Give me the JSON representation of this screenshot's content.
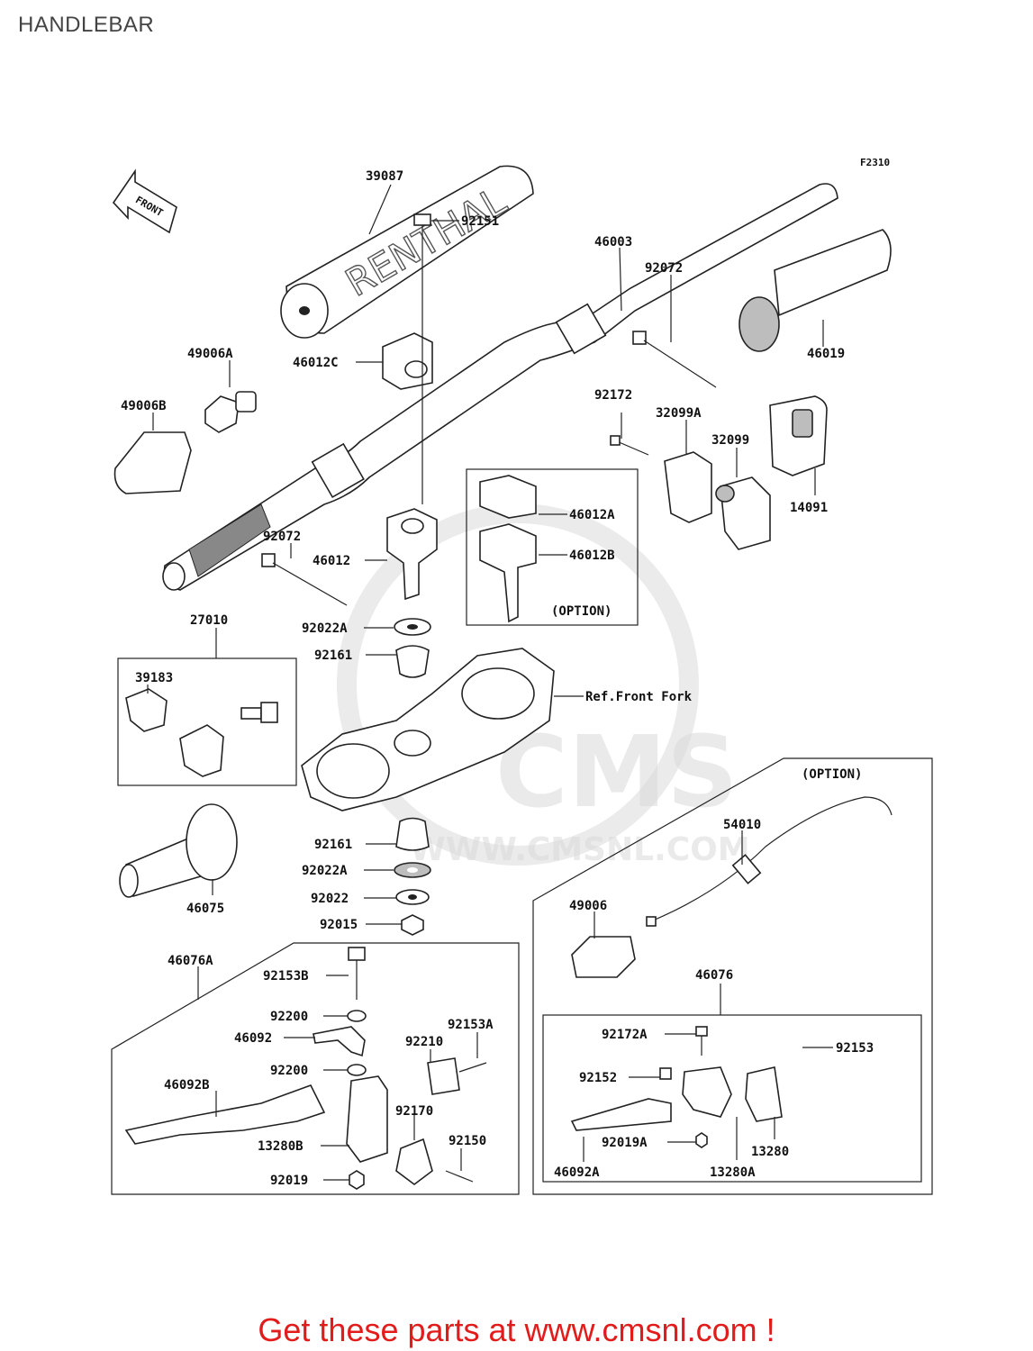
{
  "title": "HANDLEBAR",
  "figure_code": "F2310",
  "front_label": "FRONT",
  "brand_text": "RENTHAL",
  "watermark": {
    "logo": "CMS",
    "url": "WWW.CMSNL.COM"
  },
  "option_label": "(OPTION)",
  "ref_front_fork": "Ref.Front Fork",
  "footer": "Get these parts at www.cmsnl.com !",
  "parts": {
    "p39087": "39087",
    "p46003": "46003",
    "p92151": "92151",
    "p92072a": "92072",
    "p46012c": "46012C",
    "p49006a": "49006A",
    "p46019": "46019",
    "p49006b": "49006B",
    "p92172": "92172",
    "p32099a": "32099A",
    "p32099": "32099",
    "p14091": "14091",
    "p46012a": "46012A",
    "p46012b": "46012B",
    "p92072b": "92072",
    "p46012": "46012",
    "p27010": "27010",
    "p92022a1": "92022A",
    "p92161a": "92161",
    "p39183": "39183",
    "p92161b": "92161",
    "p92022a2": "92022A",
    "p46075": "46075",
    "p92022": "92022",
    "p92015": "92015",
    "p54010": "54010",
    "p49006": "49006",
    "p46076a": "46076A",
    "p92153b": "92153B",
    "p92200a": "92200",
    "p46092": "46092",
    "p92153a": "92153A",
    "p92210": "92210",
    "p92200b": "92200",
    "p46092b": "46092B",
    "p92170": "92170",
    "p13280b": "13280B",
    "p92150": "92150",
    "p92019": "92019",
    "p46076": "46076",
    "p92172a": "92172A",
    "p92153": "92153",
    "p92152": "92152",
    "p92019a": "92019A",
    "p13280": "13280",
    "p46092a": "46092A",
    "p13280a": "13280A"
  }
}
